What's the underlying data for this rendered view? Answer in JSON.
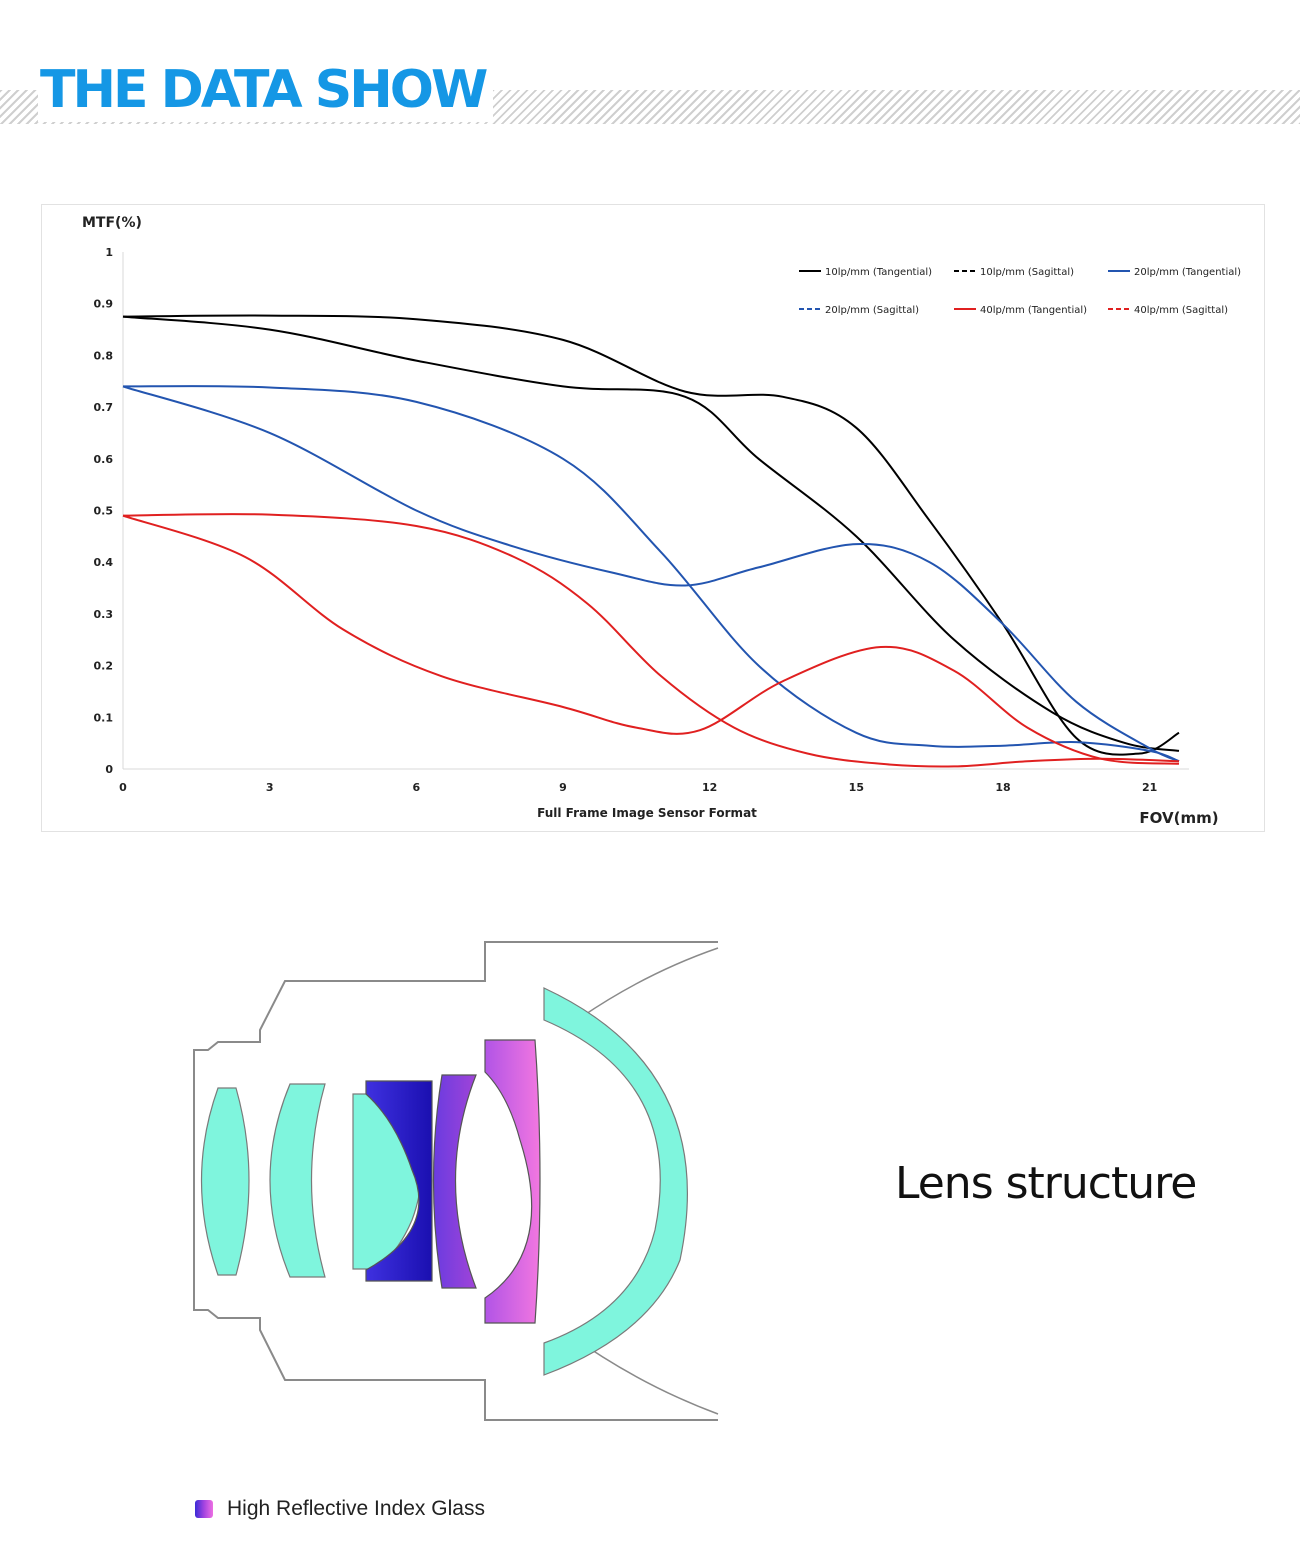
{
  "header": {
    "title": "THE DATA SHOW"
  },
  "chart_data": {
    "type": "line",
    "ylabel": "MTF(%)",
    "xlabel": "Full Frame Image Sensor Format",
    "x_unit_label": "FOV(mm)",
    "xlim": [
      0,
      21.6
    ],
    "ylim": [
      0,
      1
    ],
    "x_ticks": [
      "0",
      "3",
      "6",
      "9",
      "12",
      "15",
      "18",
      "21"
    ],
    "y_ticks": [
      "0",
      "0.1",
      "0.2",
      "0.3",
      "0.4",
      "0.5",
      "0.6",
      "0.7",
      "0.8",
      "0.9",
      "1"
    ],
    "grid": false,
    "legend_position": "top-right",
    "series": [
      {
        "name": "10lp/mm (Tangential)",
        "color": "#000000",
        "dash": false,
        "x": [
          0,
          3,
          6,
          9,
          11.5,
          13.5,
          15,
          16.5,
          18,
          19.5,
          20.8,
          21.6
        ],
        "y": [
          0.875,
          0.877,
          0.87,
          0.83,
          0.73,
          0.72,
          0.66,
          0.48,
          0.28,
          0.06,
          0.03,
          0.07
        ]
      },
      {
        "name": "10lp/mm (Sagittal)",
        "color": "#000000",
        "dash": false,
        "x": [
          0,
          3,
          6,
          9,
          11.5,
          13,
          15,
          17,
          19,
          20.5,
          21.6
        ],
        "y": [
          0.875,
          0.85,
          0.79,
          0.74,
          0.72,
          0.6,
          0.45,
          0.25,
          0.11,
          0.05,
          0.035
        ]
      },
      {
        "name": "20lp/mm (Tangential)",
        "color": "#2355b0",
        "dash": false,
        "x": [
          0,
          3,
          6,
          8,
          10,
          11.5,
          13,
          15,
          16.5,
          18,
          19.5,
          21,
          21.6
        ],
        "y": [
          0.74,
          0.65,
          0.5,
          0.43,
          0.38,
          0.355,
          0.39,
          0.435,
          0.4,
          0.28,
          0.13,
          0.04,
          0.015
        ]
      },
      {
        "name": "20lp/mm (Sagittal)",
        "color": "#2355b0",
        "dash": false,
        "x": [
          0,
          3,
          6,
          9,
          11,
          13,
          15,
          16.5,
          18,
          19.5,
          21,
          21.6
        ],
        "y": [
          0.74,
          0.738,
          0.71,
          0.6,
          0.42,
          0.2,
          0.07,
          0.045,
          0.045,
          0.052,
          0.035,
          0.015
        ]
      },
      {
        "name": "40lp/mm (Tangential)",
        "color": "#e02020",
        "dash": false,
        "x": [
          0,
          2.5,
          4.5,
          6.5,
          9,
          10.5,
          11.8,
          13.5,
          15.5,
          17,
          18.5,
          20,
          21.6
        ],
        "y": [
          0.49,
          0.41,
          0.27,
          0.18,
          0.12,
          0.08,
          0.075,
          0.17,
          0.236,
          0.19,
          0.08,
          0.02,
          0.01
        ]
      },
      {
        "name": "40lp/mm (Sagittal)",
        "color": "#e02020",
        "dash": false,
        "x": [
          0,
          3,
          6,
          8,
          9.5,
          11,
          12.5,
          14,
          15.5,
          17,
          18.5,
          20,
          21.6
        ],
        "y": [
          0.49,
          0.492,
          0.47,
          0.41,
          0.32,
          0.18,
          0.08,
          0.03,
          0.01,
          0.005,
          0.015,
          0.02,
          0.015
        ]
      }
    ]
  },
  "lens": {
    "caption": "Lens structure",
    "legend_label": "High Reflective Index Glass",
    "colors": {
      "standard": "#7ff5dd",
      "high_index_blue": "#2a17c8",
      "high_index_violet": "#8f3bd8",
      "high_index_pink": "#ea72e4",
      "housing": "#888888"
    }
  }
}
